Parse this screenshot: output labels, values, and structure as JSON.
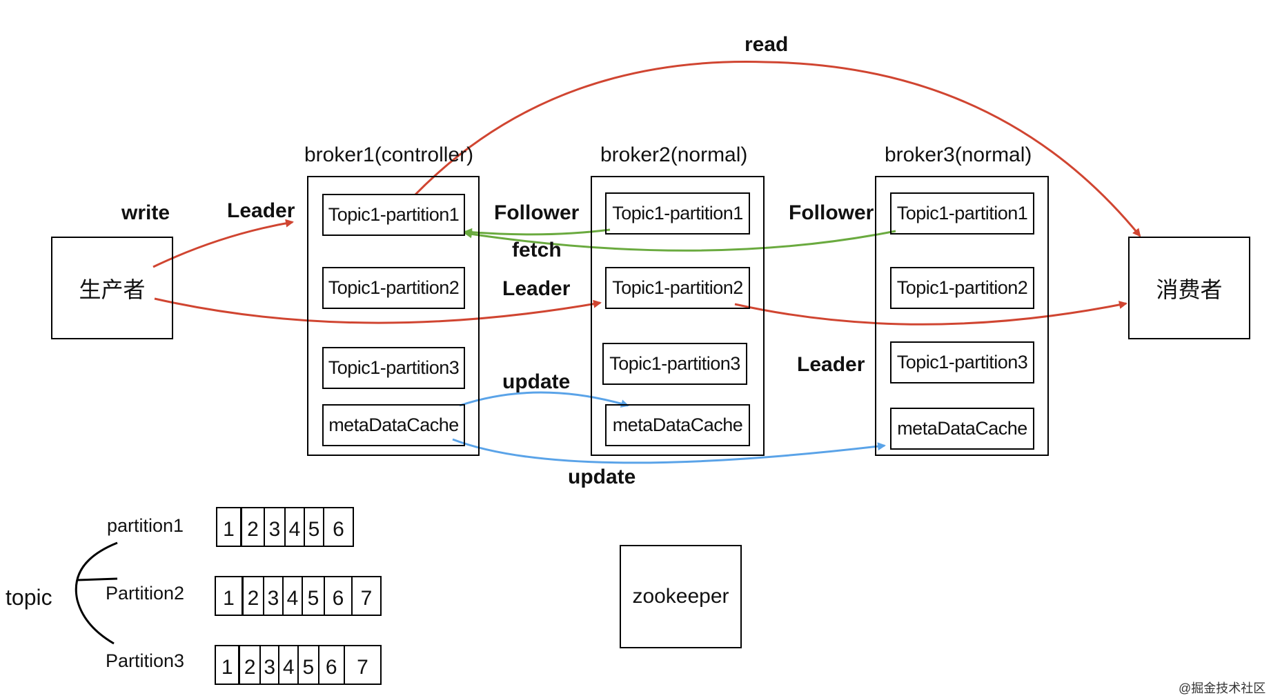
{
  "producer": "生产者",
  "consumer": "消费者",
  "zookeeper": "zookeeper",
  "brokers": [
    {
      "title": "broker1(controller)",
      "items": [
        "Topic1-partition1",
        "Topic1-partition2",
        "Topic1-partition3",
        "metaDataCache"
      ]
    },
    {
      "title": "broker2(normal)",
      "items": [
        "Topic1-partition1",
        "Topic1-partition2",
        "Topic1-partition3",
        "metaDataCache"
      ]
    },
    {
      "title": "broker3(normal)",
      "items": [
        "Topic1-partition1",
        "Topic1-partition2",
        "Topic1-partition3",
        "metaDataCache"
      ]
    }
  ],
  "labels": {
    "read": "read",
    "write": "write",
    "leader": "Leader",
    "follower": "Follower",
    "fetch": "fetch",
    "update": "update"
  },
  "topic": {
    "name": "topic",
    "partitions": [
      {
        "name": "partition1",
        "cells": [
          "1",
          "2",
          "3",
          "4",
          "5",
          "6"
        ]
      },
      {
        "name": "Partition2",
        "cells": [
          "1",
          "2",
          "3",
          "4",
          "5",
          "6",
          "7"
        ]
      },
      {
        "name": "Partition3",
        "cells": [
          "1",
          "2",
          "3",
          "4",
          "5",
          "6",
          "7"
        ]
      }
    ]
  },
  "colors": {
    "red": "#d04531",
    "green": "#6aaa3f",
    "blue": "#5aa3e8"
  },
  "watermark": "@掘金技术社区"
}
